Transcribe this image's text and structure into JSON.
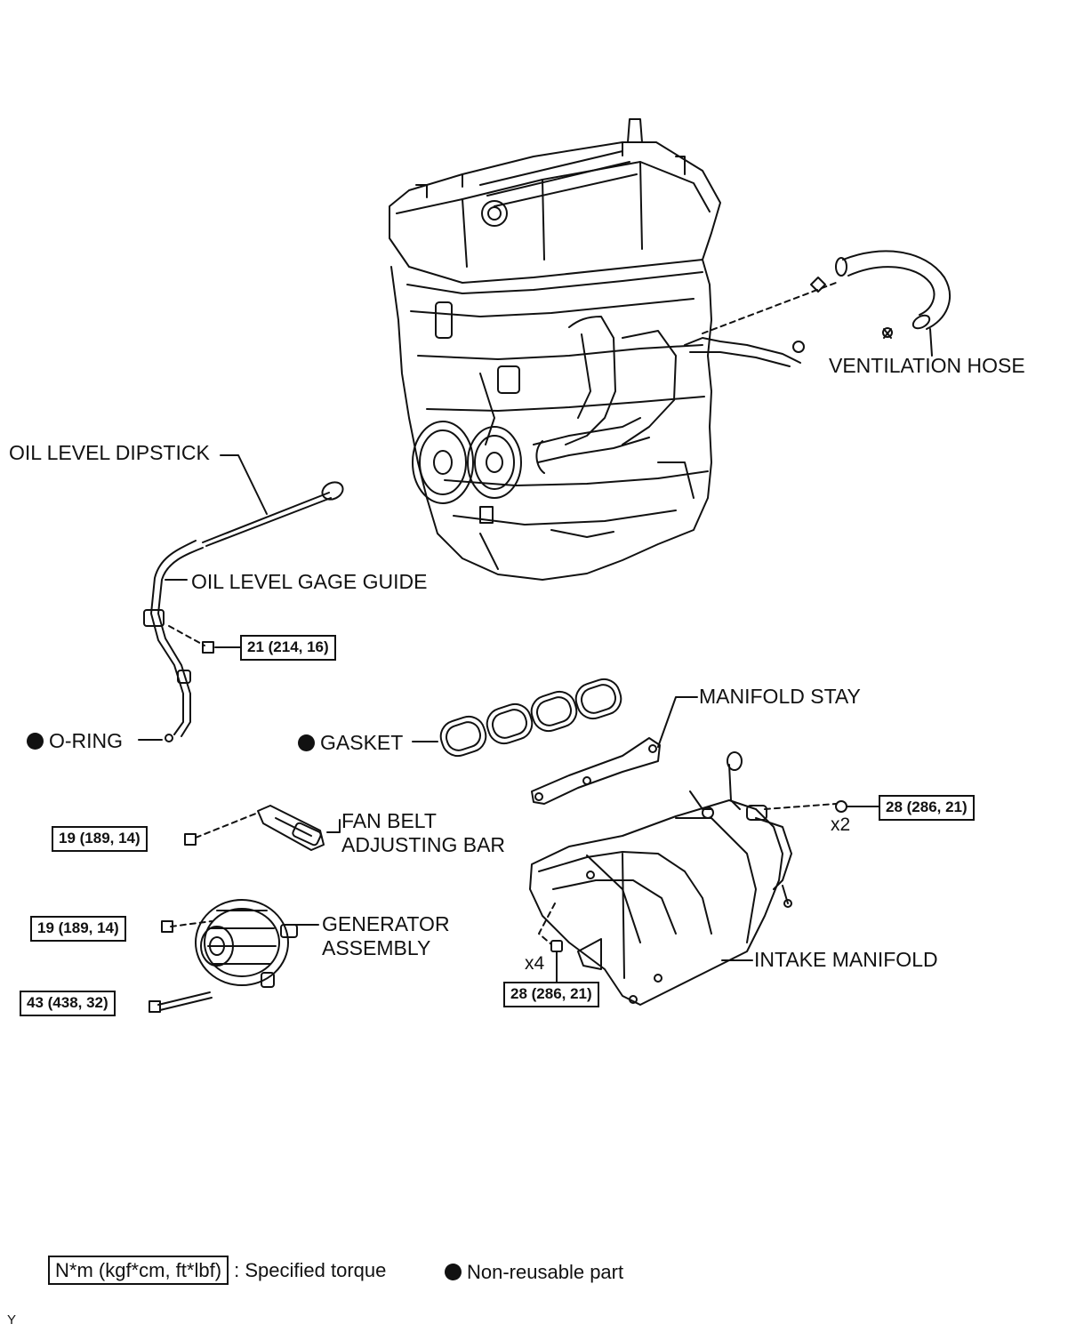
{
  "labels": {
    "ventilation_hose": "VENTILATION HOSE",
    "oil_level_dipstick": "OIL LEVEL DIPSTICK",
    "oil_level_gage_guide": "OIL LEVEL GAGE GUIDE",
    "o_ring": "O-RING",
    "gasket": "GASKET",
    "manifold_stay": "MANIFOLD STAY",
    "fan_belt_adjusting_bar": "FAN BELT\nADJUSTING BAR",
    "generator_assembly": "GENERATOR\nASSEMBLY",
    "intake_manifold": "INTAKE MANIFOLD"
  },
  "torques": {
    "gage_guide_bolt": "21 (214, 16)",
    "fan_belt_bolt": "19 (189, 14)",
    "generator_upper_bolt": "19 (189, 14)",
    "generator_lower_bolt": "43 (438, 32)",
    "intake_nut": "28 (286, 21)",
    "intake_bolt": "28 (286, 21)"
  },
  "quantities": {
    "intake_nut_qty": "x2",
    "intake_bolt_qty": "x4"
  },
  "legend": {
    "torque_unit": "N*m (kgf*cm, ft*lbf)",
    "torque_desc": ": Specified torque",
    "non_reusable": "Non-reusable part"
  },
  "corner_mark": "Y",
  "colors": {
    "line": "#111111",
    "background": "#ffffff"
  }
}
